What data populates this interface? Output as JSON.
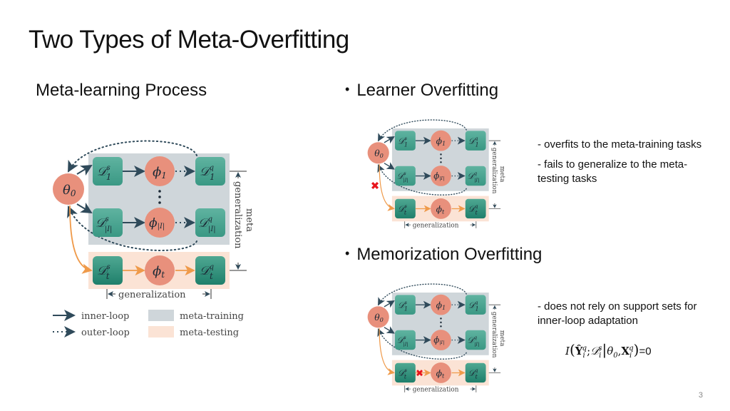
{
  "slide": {
    "title": "Two Types of Meta-Overfitting",
    "page_number": "3"
  },
  "left": {
    "heading": "Meta-learning Process"
  },
  "learner_overfitting": {
    "heading": "Learner Overfitting",
    "bullet": "•",
    "notes": [
      "- overfits to the meta-training tasks",
      "- fails to generalize to the meta-testing tasks"
    ]
  },
  "memorization_overfitting": {
    "heading": "Memorization Overfitting",
    "bullet": "•",
    "notes": [
      "- does not rely on support sets for inner-loop adaptation"
    ],
    "formula": {
      "I": "I",
      "open": "(",
      "Y": "Ŷ",
      "Y_sub": "i",
      "Y_sup": "q",
      "semi": ";",
      "D": "𝒟",
      "D_sub": "i",
      "D_sup": "s",
      "bar": "|",
      "theta": "θ",
      "theta_sub": "0",
      "comma": ",",
      "X": "X",
      "X_sub": "i",
      "X_sup": "q",
      "close": ")",
      "equals": "=0"
    }
  },
  "diagram": {
    "theta0": "θ",
    "theta0_sub": "0",
    "D": "𝒟",
    "phi": "ϕ",
    "support_sup": "s",
    "query_sup": "q",
    "idx_1": "1",
    "idx_I": "|I|",
    "idx_t": "t",
    "meta_label": "meta",
    "generalization_label": "generalization",
    "legend": {
      "inner_loop": "inner-loop",
      "outer_loop": "outer-loop",
      "meta_training": "meta-training",
      "meta_testing": "meta-testing"
    },
    "failure_mark": "✖",
    "colors": {
      "meta_training_bg": "#cfd6da",
      "meta_testing_bg": "#fbe3d5",
      "support_query_box": "#3f9e8a",
      "param_node": "#e8907c",
      "inner_arrow": "#2f4a5a",
      "test_arrow": "#ef9a4a",
      "fail_x": "#e8141c"
    }
  }
}
